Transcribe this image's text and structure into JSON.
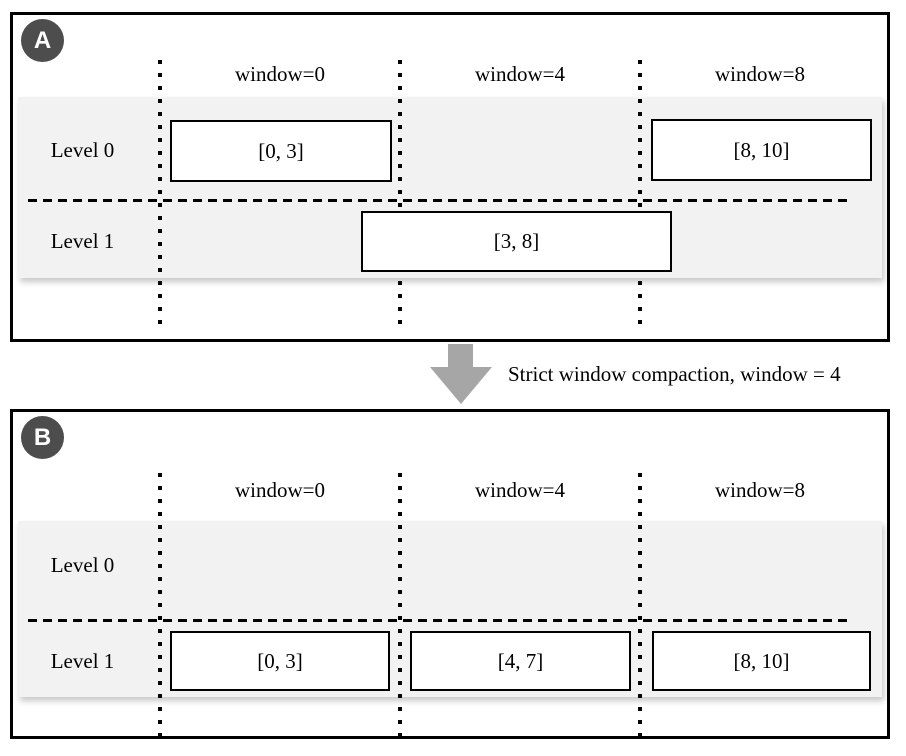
{
  "figure": {
    "panel_a": {
      "badge": "A",
      "column_headers": [
        "window=0",
        "window=4",
        "window=8"
      ],
      "row_labels": [
        "Level 0",
        "Level 1"
      ],
      "boxes": [
        {
          "label": "[0, 3]",
          "level": "Level 0",
          "window": "window=0"
        },
        {
          "label": "[8, 10]",
          "level": "Level 0",
          "window": "window=8"
        },
        {
          "label": "[3, 8]",
          "level": "Level 1",
          "window": "spans window=0 through window=8"
        }
      ]
    },
    "transition": {
      "label": "Strict window compaction, window = 4",
      "arrow_icon": "down-arrow"
    },
    "panel_b": {
      "badge": "B",
      "column_headers": [
        "window=0",
        "window=4",
        "window=8"
      ],
      "row_labels": [
        "Level 0",
        "Level 1"
      ],
      "boxes": [
        {
          "label": "[0, 3]",
          "level": "Level 1",
          "window": "window=0"
        },
        {
          "label": "[4, 7]",
          "level": "Level 1",
          "window": "window=4"
        },
        {
          "label": "[8, 10]",
          "level": "Level 1",
          "window": "window=8"
        }
      ]
    },
    "colors": {
      "badge_bg": "#4d4d4d",
      "band_bg": "#f2f2f2",
      "box_border": "#000000",
      "arrow": "#a6a6a6"
    }
  }
}
